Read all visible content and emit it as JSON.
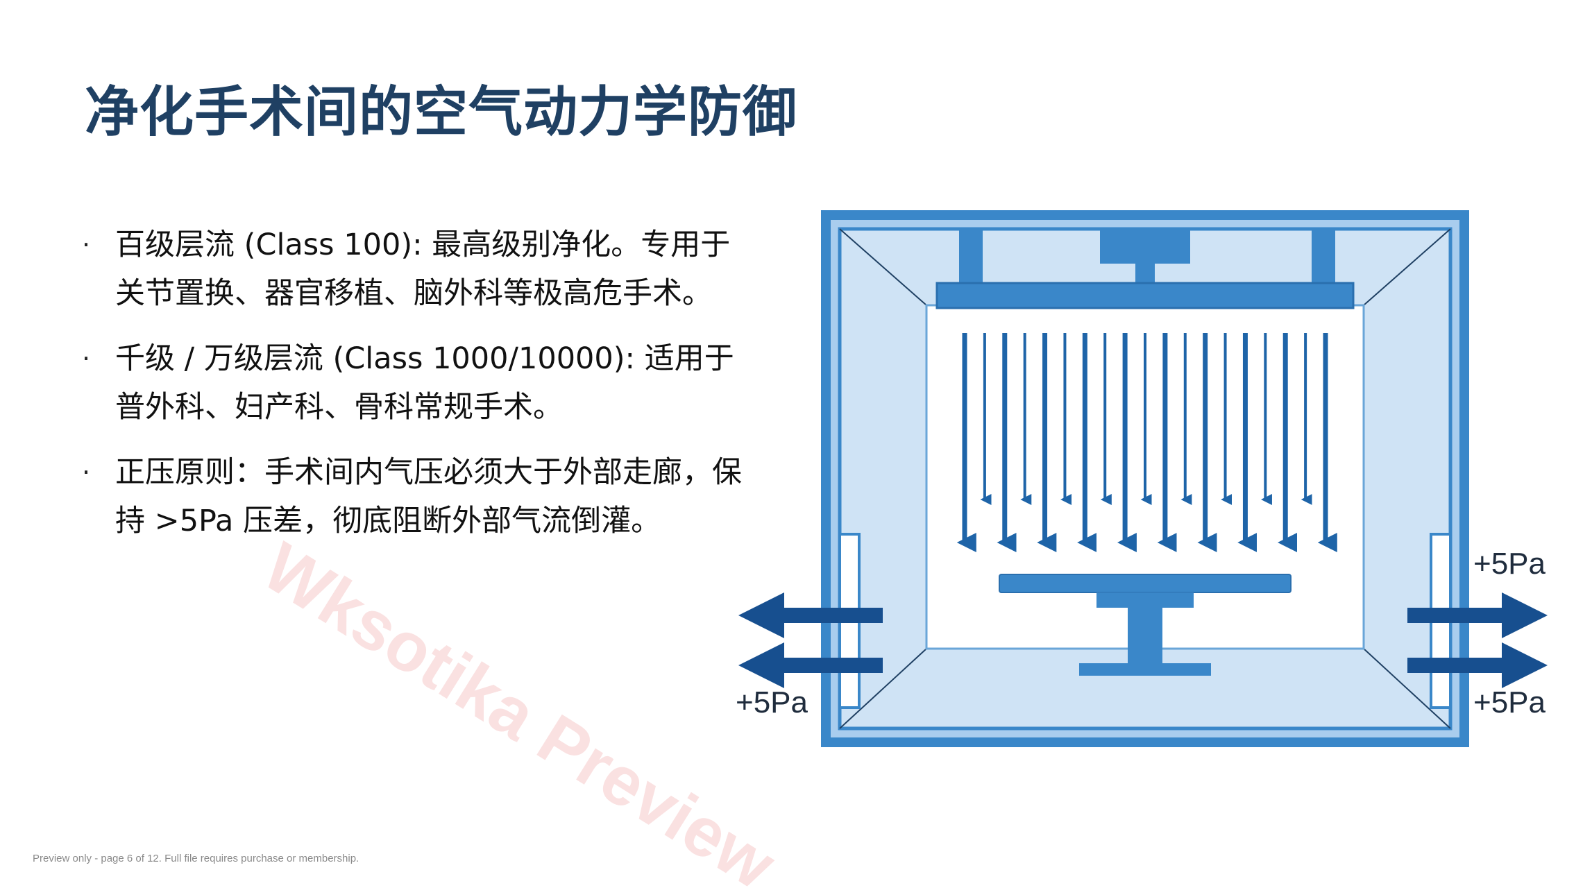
{
  "slide": {
    "title": "净化手术间的空气动力学防御",
    "bullets": [
      {
        "text": "百级层流 (Class 100): 最高级别净化。专用于关节置换、器官移植、脑外科等极高危手术。"
      },
      {
        "text": "千级 / 万级层流 (Class 1000/10000): 适用于普外科、妇产科、骨科常规手术。"
      },
      {
        "text": "正压原则：手术间内气压必须大于外部走廊，保持 >5Pa 压差，彻底阻断外部气流倒灌。"
      }
    ]
  },
  "diagram": {
    "pressure_labels": {
      "left_bottom": "+5Pa",
      "right_top": "+5Pa",
      "right_bottom": "+5Pa"
    },
    "colors": {
      "outer_wall": "#3a87c9",
      "light_fill": "#cfe3f5",
      "mid_fill": "#a9cdee",
      "arrow": "#1e64a8",
      "dark_arrow": "#174f8f"
    }
  },
  "watermark": "Wksotika Preview",
  "footer": "Preview only - page 6 of 12. Full file requires purchase or membership."
}
